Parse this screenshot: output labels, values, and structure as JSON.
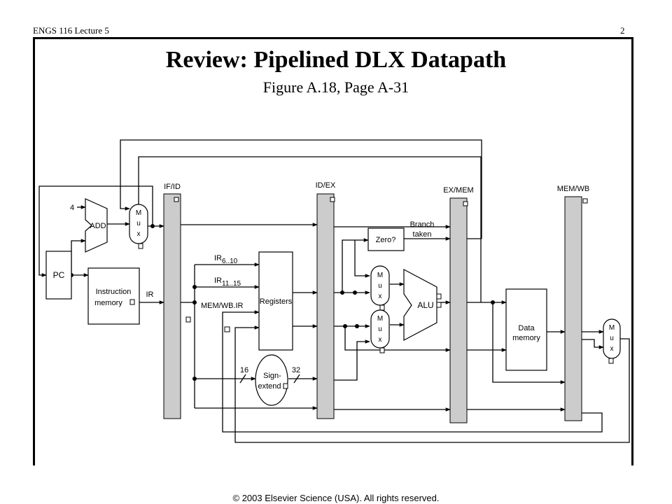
{
  "header": {
    "course": "ENGS 116  Lecture 5",
    "page_number": "2"
  },
  "slide": {
    "title": "Review:  Pipelined DLX Datapath",
    "subtitle": "Figure A.18, Page A-31"
  },
  "diagram": {
    "pipeline_registers": [
      "IF/ID",
      "ID/EX",
      "EX/MEM",
      "MEM/WB"
    ],
    "blocks": {
      "pc": "PC",
      "add": "ADD",
      "const4": "4",
      "instruction_memory": [
        "Instruction",
        "memory"
      ],
      "registers": "Registers",
      "sign_extend": [
        "Sign-",
        "extend"
      ],
      "zero": "Zero?",
      "alu": "ALU",
      "data_memory": [
        "Data",
        "memory"
      ],
      "mux_letters": [
        "M",
        "u",
        "x"
      ]
    },
    "labels": {
      "ir": "IR",
      "ir_6_10_base": "IR",
      "ir_6_10_sub": "6..10",
      "ir_11_15_base": "IR",
      "ir_11_15_sub": "11..15",
      "mem_wb_ir": "MEM/WB.IR",
      "bits_16": "16",
      "bits_32": "32",
      "branch_taken": [
        "Branch",
        "taken"
      ]
    }
  },
  "footer": {
    "copyright": "© 2003 Elsevier Science (USA). All rights reserved."
  }
}
